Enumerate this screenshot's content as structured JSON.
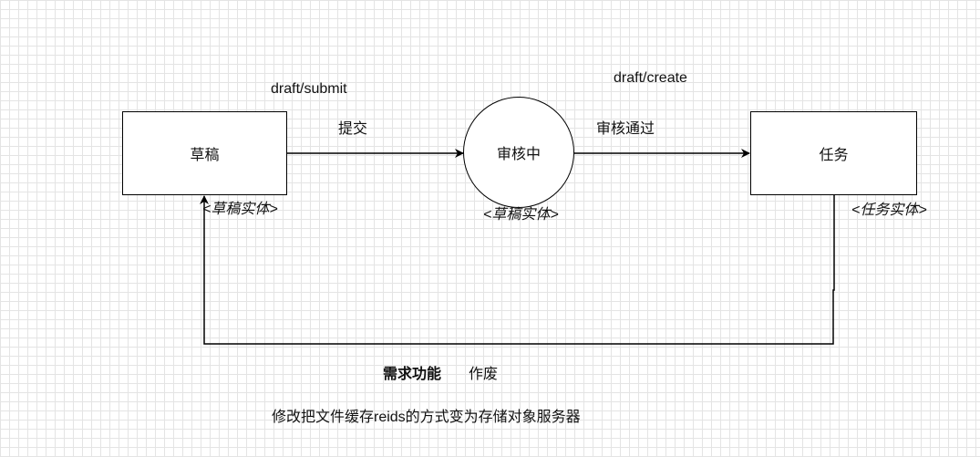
{
  "nodes": {
    "draft": {
      "label": "草稿",
      "entity": "<草稿实体>"
    },
    "review": {
      "label": "审核中",
      "entity": "<草稿实体>"
    },
    "task": {
      "label": "任务",
      "entity": "<任务实体>"
    }
  },
  "edges": {
    "submit": {
      "api": "draft/submit",
      "label": "提交"
    },
    "approve": {
      "api": "draft/create",
      "label": "审核通过"
    }
  },
  "notes": {
    "requirement_title": "需求功能",
    "requirement_value": "作废",
    "change_note": "修改把文件缓存reids的方式变为存储对象服务器"
  }
}
